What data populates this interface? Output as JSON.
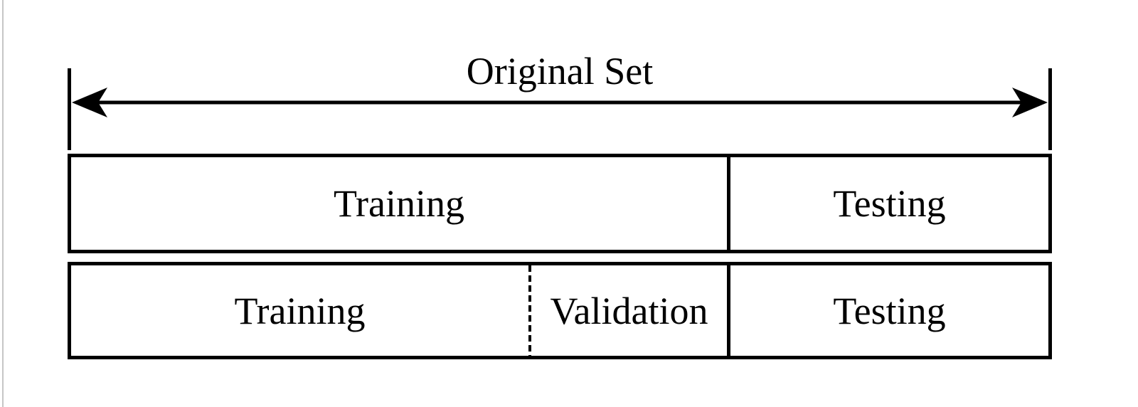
{
  "title": {
    "label": "Original Set"
  },
  "colors": {
    "ink": "#000000",
    "background": "#ffffff",
    "page_edge_strip": "#c6c6c6"
  },
  "arrow": {
    "description": "double-headed extent arrow spanning the original set width"
  },
  "split_rows": [
    {
      "name": "train-test-split",
      "cells": [
        {
          "label": "Training"
        },
        {
          "label": "Testing"
        }
      ]
    },
    {
      "name": "train-validation-test-split",
      "cells": [
        {
          "label": "Training"
        },
        {
          "label": "Validation"
        },
        {
          "label": "Testing"
        }
      ]
    }
  ]
}
